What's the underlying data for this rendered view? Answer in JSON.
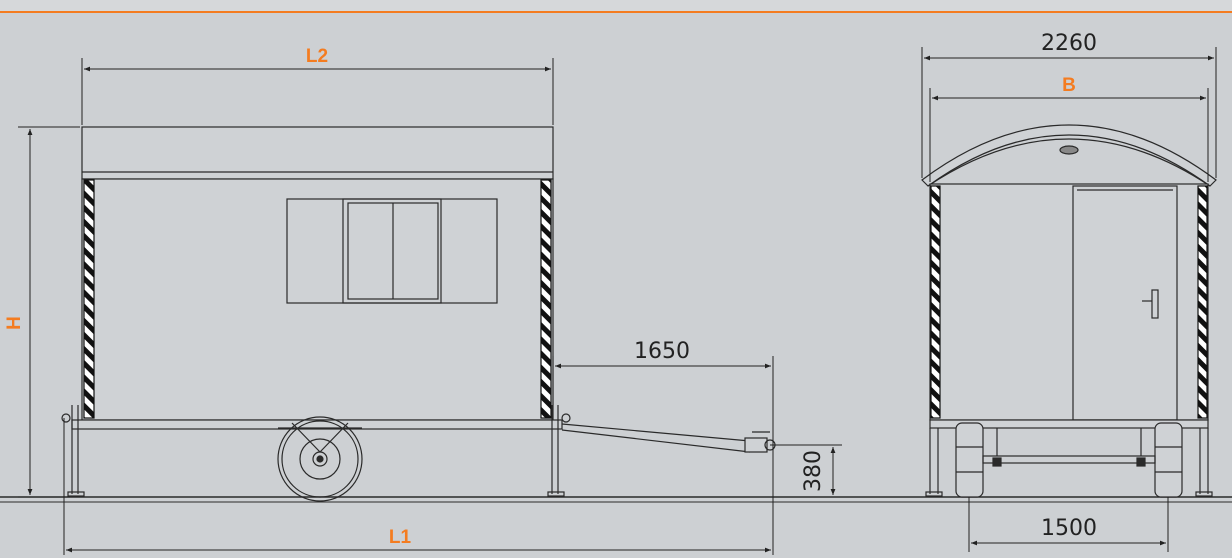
{
  "colors": {
    "background": "#cdd0d3",
    "accent": "#f47c20",
    "line": "#2a2a2a",
    "hazard_dark": "#111111",
    "hazard_light": "#ffffff"
  },
  "side_view": {
    "length_label_top": "L2",
    "length_label_bottom": "L1",
    "height_label": "H",
    "drawbar_dimension": "1650",
    "hitch_height_dimension": "380"
  },
  "front_view": {
    "overall_width_dimension": "2260",
    "width_label": "B",
    "axle_track_dimension": "1500"
  }
}
